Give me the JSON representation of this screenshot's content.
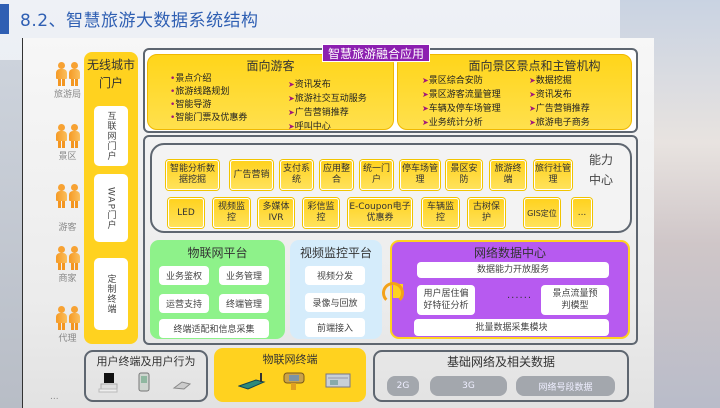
{
  "title": "8.2、智慧旅游大数据系统结构",
  "users": [
    {
      "label": "旅游局"
    },
    {
      "label": "景区"
    },
    {
      "label": "游客"
    },
    {
      "label": "商家"
    },
    {
      "label": "代理"
    }
  ],
  "users_more": "...",
  "portal": {
    "title_line1": "无线城市",
    "title_line2": "门户",
    "items": [
      "互联网门户",
      "WAP门户",
      "定制终端"
    ]
  },
  "application": {
    "badge": "智慧旅游融合应用",
    "tourist": {
      "title": "面向游客",
      "left": [
        "景点介绍",
        "旅游线路规划",
        "智能导游",
        "智能门票及优惠券"
      ],
      "right": [
        "资讯发布",
        "旅游社交互动服务",
        "广告营销推荐",
        "呼叫中心"
      ]
    },
    "scenic": {
      "title": "面向景区景点和主管机构",
      "left": [
        "景区综合安防",
        "景区游客流量管理",
        "车辆及停车场管理",
        "业务统计分析"
      ],
      "right": [
        "数据挖掘",
        "资讯发布",
        "广告营销推荐",
        "旅游电子商务"
      ]
    }
  },
  "ability_center": {
    "label_line1": "能力",
    "label_line2": "中心",
    "row1": [
      "智能分析数据挖掘",
      "广告营销",
      "支付系统",
      "应用整合",
      "统一门户",
      "停车场管理",
      "景区安防",
      "旅游终端",
      "旅行社管理"
    ],
    "row2": [
      "LED",
      "视频监控",
      "多媒体IVR",
      "彩信监控",
      "E-Coupon电子优惠券",
      "车辆监控",
      "古树保护",
      "GIS定位",
      "..."
    ]
  },
  "iot_platform": {
    "title": "物联网平台",
    "items": [
      "业务鉴权",
      "业务管理",
      "运营支持",
      "终端管理",
      "终端适配和信息采集"
    ]
  },
  "video_platform": {
    "title": "视频监控平台",
    "items": [
      "视频分发",
      "录像与回放",
      "前端接入"
    ]
  },
  "data_center": {
    "title": "网络数据中心",
    "top": "数据能力开放服务",
    "left_model": "用户居住偏好特征分析",
    "dots": "......",
    "right_model": "景点流量预判模型",
    "bottom": "批量数据采集模块"
  },
  "bottom": {
    "user_terminal": {
      "title": "用户终端及用户行为",
      "icons": [
        "desktop-computer",
        "pda-device",
        "telephone"
      ]
    },
    "iot_terminal": {
      "title": "物联网终端",
      "icons": [
        "modem-device",
        "sensor-meter",
        "camera-device"
      ]
    },
    "network": {
      "title": "基础网络及相关数据",
      "items": [
        "2G",
        "3G",
        "网络号段数据"
      ]
    }
  },
  "colors": {
    "title_blue": "#2f5fb3",
    "yellow": "#ffd21f",
    "purple_badge": "#8c1fb0",
    "data_center_purple": "#b75af0",
    "iot_green": "#8ef28a",
    "video_blue": "#d5ecfb",
    "network_chip_gray": "#a3a7ad"
  }
}
